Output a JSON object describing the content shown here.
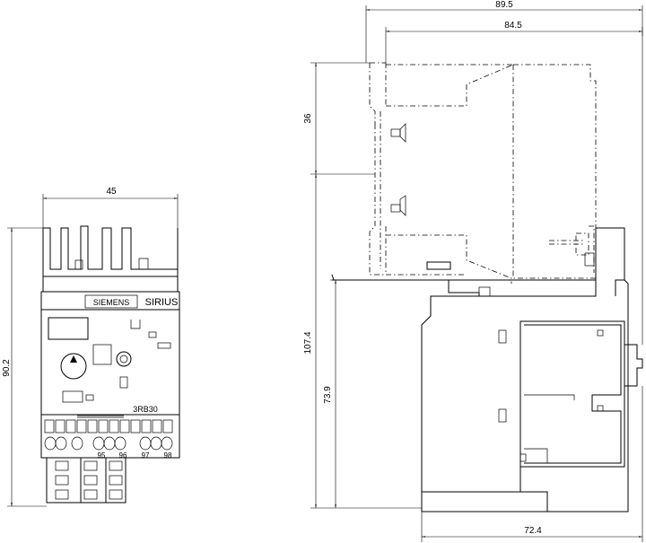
{
  "dimensions": {
    "front_width": "45",
    "front_height": "90.2",
    "side_total_width": "89.5",
    "side_top_width": "84.5",
    "side_upper_height": "36",
    "side_total_height": "107.4",
    "side_lower_height": "73.9",
    "side_bottom_width": "72.4"
  },
  "front_labels": {
    "brand": "SIEMENS",
    "series": "SIRIUS",
    "model": "3RB30",
    "terminals": [
      "95",
      "96",
      "97",
      "98"
    ]
  }
}
